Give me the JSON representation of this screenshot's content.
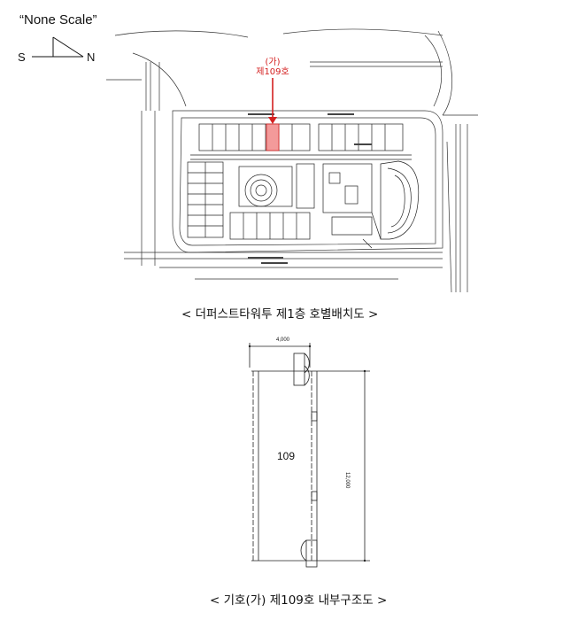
{
  "scale_note": "“None Scale”",
  "compass": {
    "south": "S",
    "north": "N"
  },
  "site_plan": {
    "marker_label_1": "(가)",
    "marker_label_2": "제109호",
    "caption": "< 더퍼스트타워투 제1층 호별배치도 >"
  },
  "unit_plan": {
    "room_number": "109",
    "width_dim": "4,000",
    "length_dim": "12,000",
    "caption": "< 기호(가) 제109호 내부구조도 >"
  },
  "colors": {
    "marker_red": "#d42020",
    "line": "#222222"
  }
}
